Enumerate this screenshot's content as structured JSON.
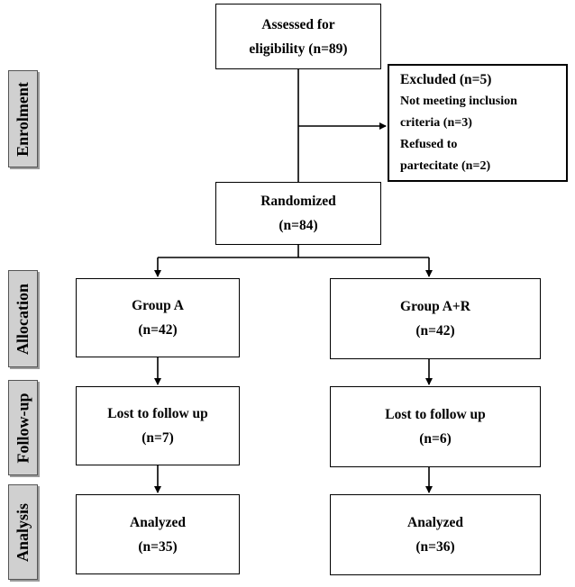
{
  "stages": {
    "enrolment": "Enrolment",
    "allocation": "Allocation",
    "follow_up": "Follow-up",
    "analysis": "Analysis"
  },
  "assessed": {
    "line1": "Assessed for",
    "line2": "eligibility (n=89)"
  },
  "excluded": {
    "title": "Excluded (n=5)",
    "line2": "Not meeting inclusion",
    "line3": "criteria (n=3)",
    "line4": "Refused to",
    "line5": "partecitate (n=2)"
  },
  "randomized": {
    "line1": "Randomized",
    "line2": "(n=84)"
  },
  "group_a": {
    "allocation": {
      "line1": "Group A",
      "line2": "(n=42)"
    },
    "lost": {
      "line1": "Lost to follow up",
      "line2": "(n=7)"
    },
    "analyzed": {
      "line1": "Analyzed",
      "line2": "(n=35)"
    }
  },
  "group_ar": {
    "allocation": {
      "line1": "Group A+R",
      "line2": "(n=42)"
    },
    "lost": {
      "line1": "Lost to follow up",
      "line2": "(n=6)"
    },
    "analyzed": {
      "line1": "Analyzed",
      "line2": "(n=36)"
    }
  }
}
